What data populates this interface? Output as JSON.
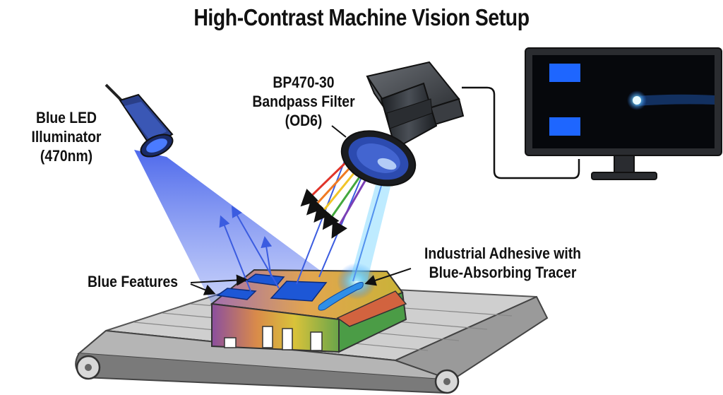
{
  "title": "High-Contrast Machine Vision Setup",
  "labels": {
    "illuminator": [
      "Blue LED",
      "Illuminator",
      "(470nm)"
    ],
    "filter": [
      "BP470-30",
      "Bandpass Filter",
      "(OD6)"
    ],
    "adhesive": [
      "Industrial Adhesive with",
      "Blue-Absorbing Tracer"
    ],
    "features": "Blue Features"
  },
  "colors": {
    "led_blue": "#2f5ef2",
    "monitor_feature": "#1e66ff",
    "tracer_glow": "#6fd3ff",
    "belt": "#8a8a8a"
  }
}
